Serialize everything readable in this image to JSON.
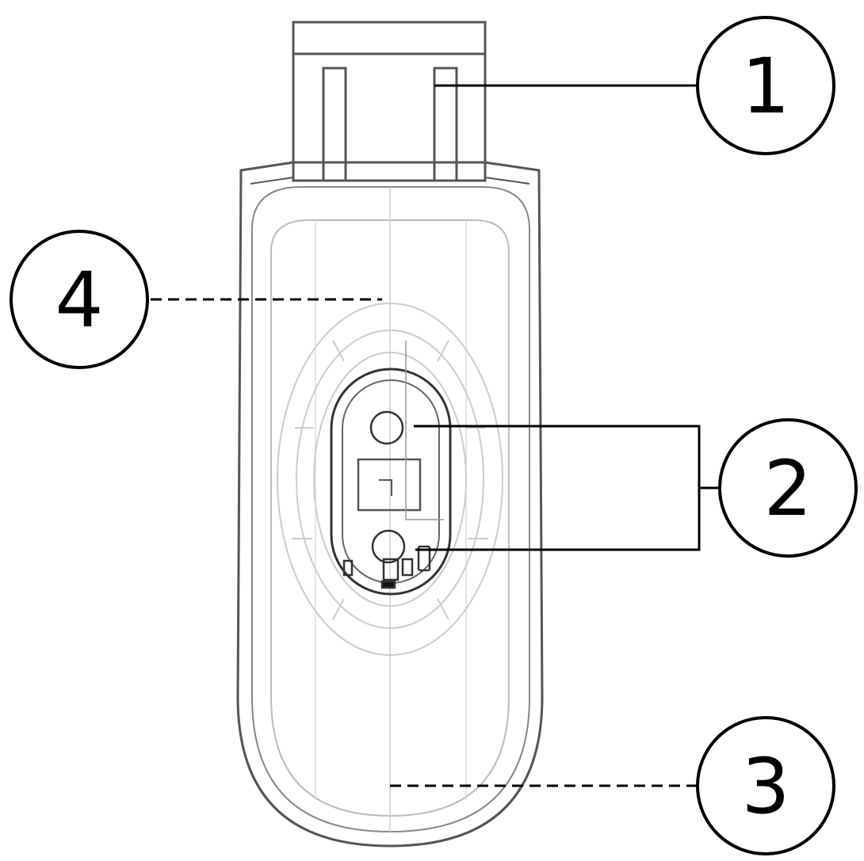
{
  "callouts": [
    {
      "id": "1",
      "label": "1",
      "leader_style": "solid"
    },
    {
      "id": "2",
      "label": "2",
      "leader_style": "solid-bracket"
    },
    {
      "id": "3",
      "label": "3",
      "leader_style": "dashed"
    },
    {
      "id": "4",
      "label": "4",
      "leader_style": "dashed"
    }
  ],
  "colors": {
    "ink": "#000000",
    "outline": "#555555",
    "faint": "#c8c8c8",
    "background": "#ffffff"
  }
}
